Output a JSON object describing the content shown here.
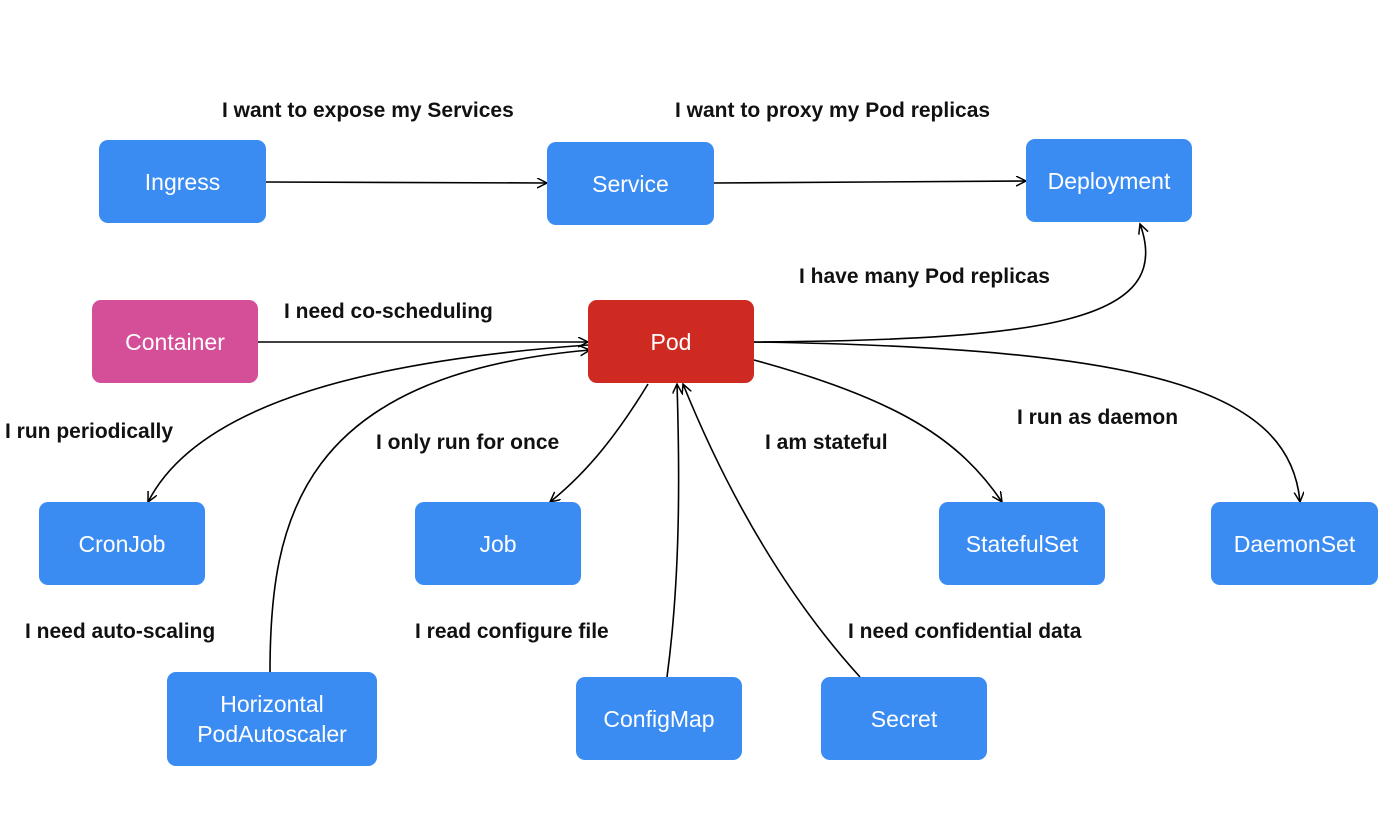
{
  "colors": {
    "primary_node": "#3b8cf2",
    "pod_node": "#cf2a22",
    "container_node": "#d44f98",
    "edge": "#000000"
  },
  "nodes": {
    "ingress": "Ingress",
    "service": "Service",
    "deployment": "Deployment",
    "container": "Container",
    "pod": "Pod",
    "cronjob": "CronJob",
    "job": "Job",
    "statefulset": "StatefulSet",
    "daemonset": "DaemonSet",
    "hpa": "Horizontal\nPodAutoscaler",
    "configmap": "ConfigMap",
    "secret": "Secret"
  },
  "labels": {
    "expose_services": "I want to expose my Services",
    "proxy_replicas": "I want to proxy my Pod replicas",
    "many_replicas": "I have many Pod replicas",
    "co_scheduling": "I need co-scheduling",
    "run_periodically": "I run periodically",
    "run_once": "I only run for once",
    "stateful": "I am stateful",
    "daemon": "I run as daemon",
    "auto_scaling": "I need auto-scaling",
    "configure_file": "I read configure file",
    "confidential": "I need confidential data"
  }
}
